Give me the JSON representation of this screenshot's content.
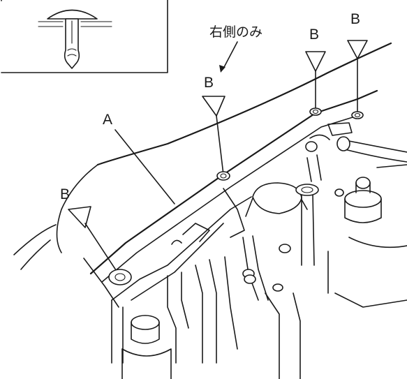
{
  "labels": {
    "part_a": "A",
    "clip_b": "B",
    "right_side_only": "右側のみ"
  },
  "colors": {
    "ink": "#1a1a1a",
    "paper": "#ffffff"
  }
}
